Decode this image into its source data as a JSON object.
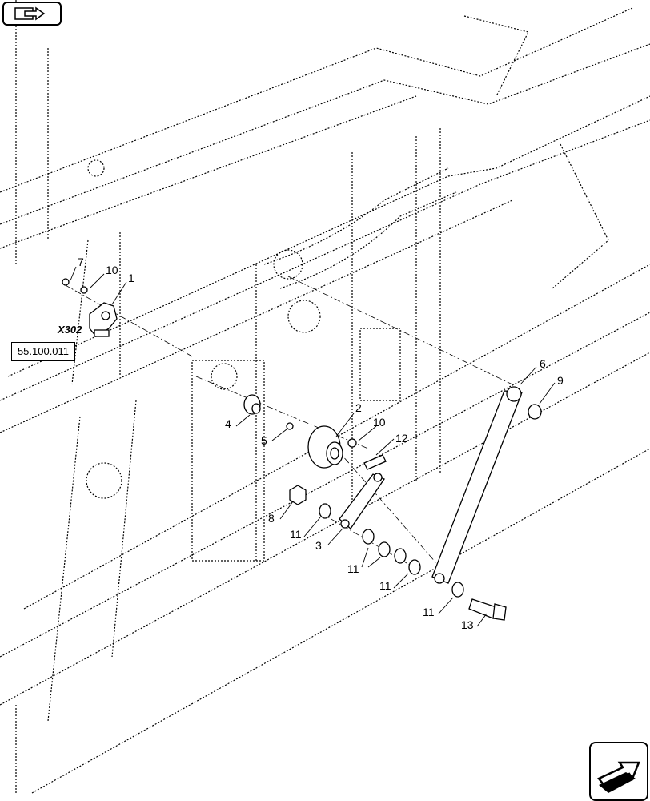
{
  "navigation": {
    "back_icon": "page-back-icon",
    "next_icon": "page-next-arrow-icon"
  },
  "connector_label": "X302",
  "reference": "55.100.011",
  "callouts": {
    "c1": "1",
    "c2": "2",
    "c3": "3",
    "c4": "4",
    "c5": "5",
    "c6": "6",
    "c7": "7",
    "c8": "8",
    "c9": "9",
    "c10a": "10",
    "c10b": "10",
    "c11a": "11",
    "c11b": "11",
    "c11c": "11",
    "c11d": "11",
    "c12": "12",
    "c13": "13"
  }
}
